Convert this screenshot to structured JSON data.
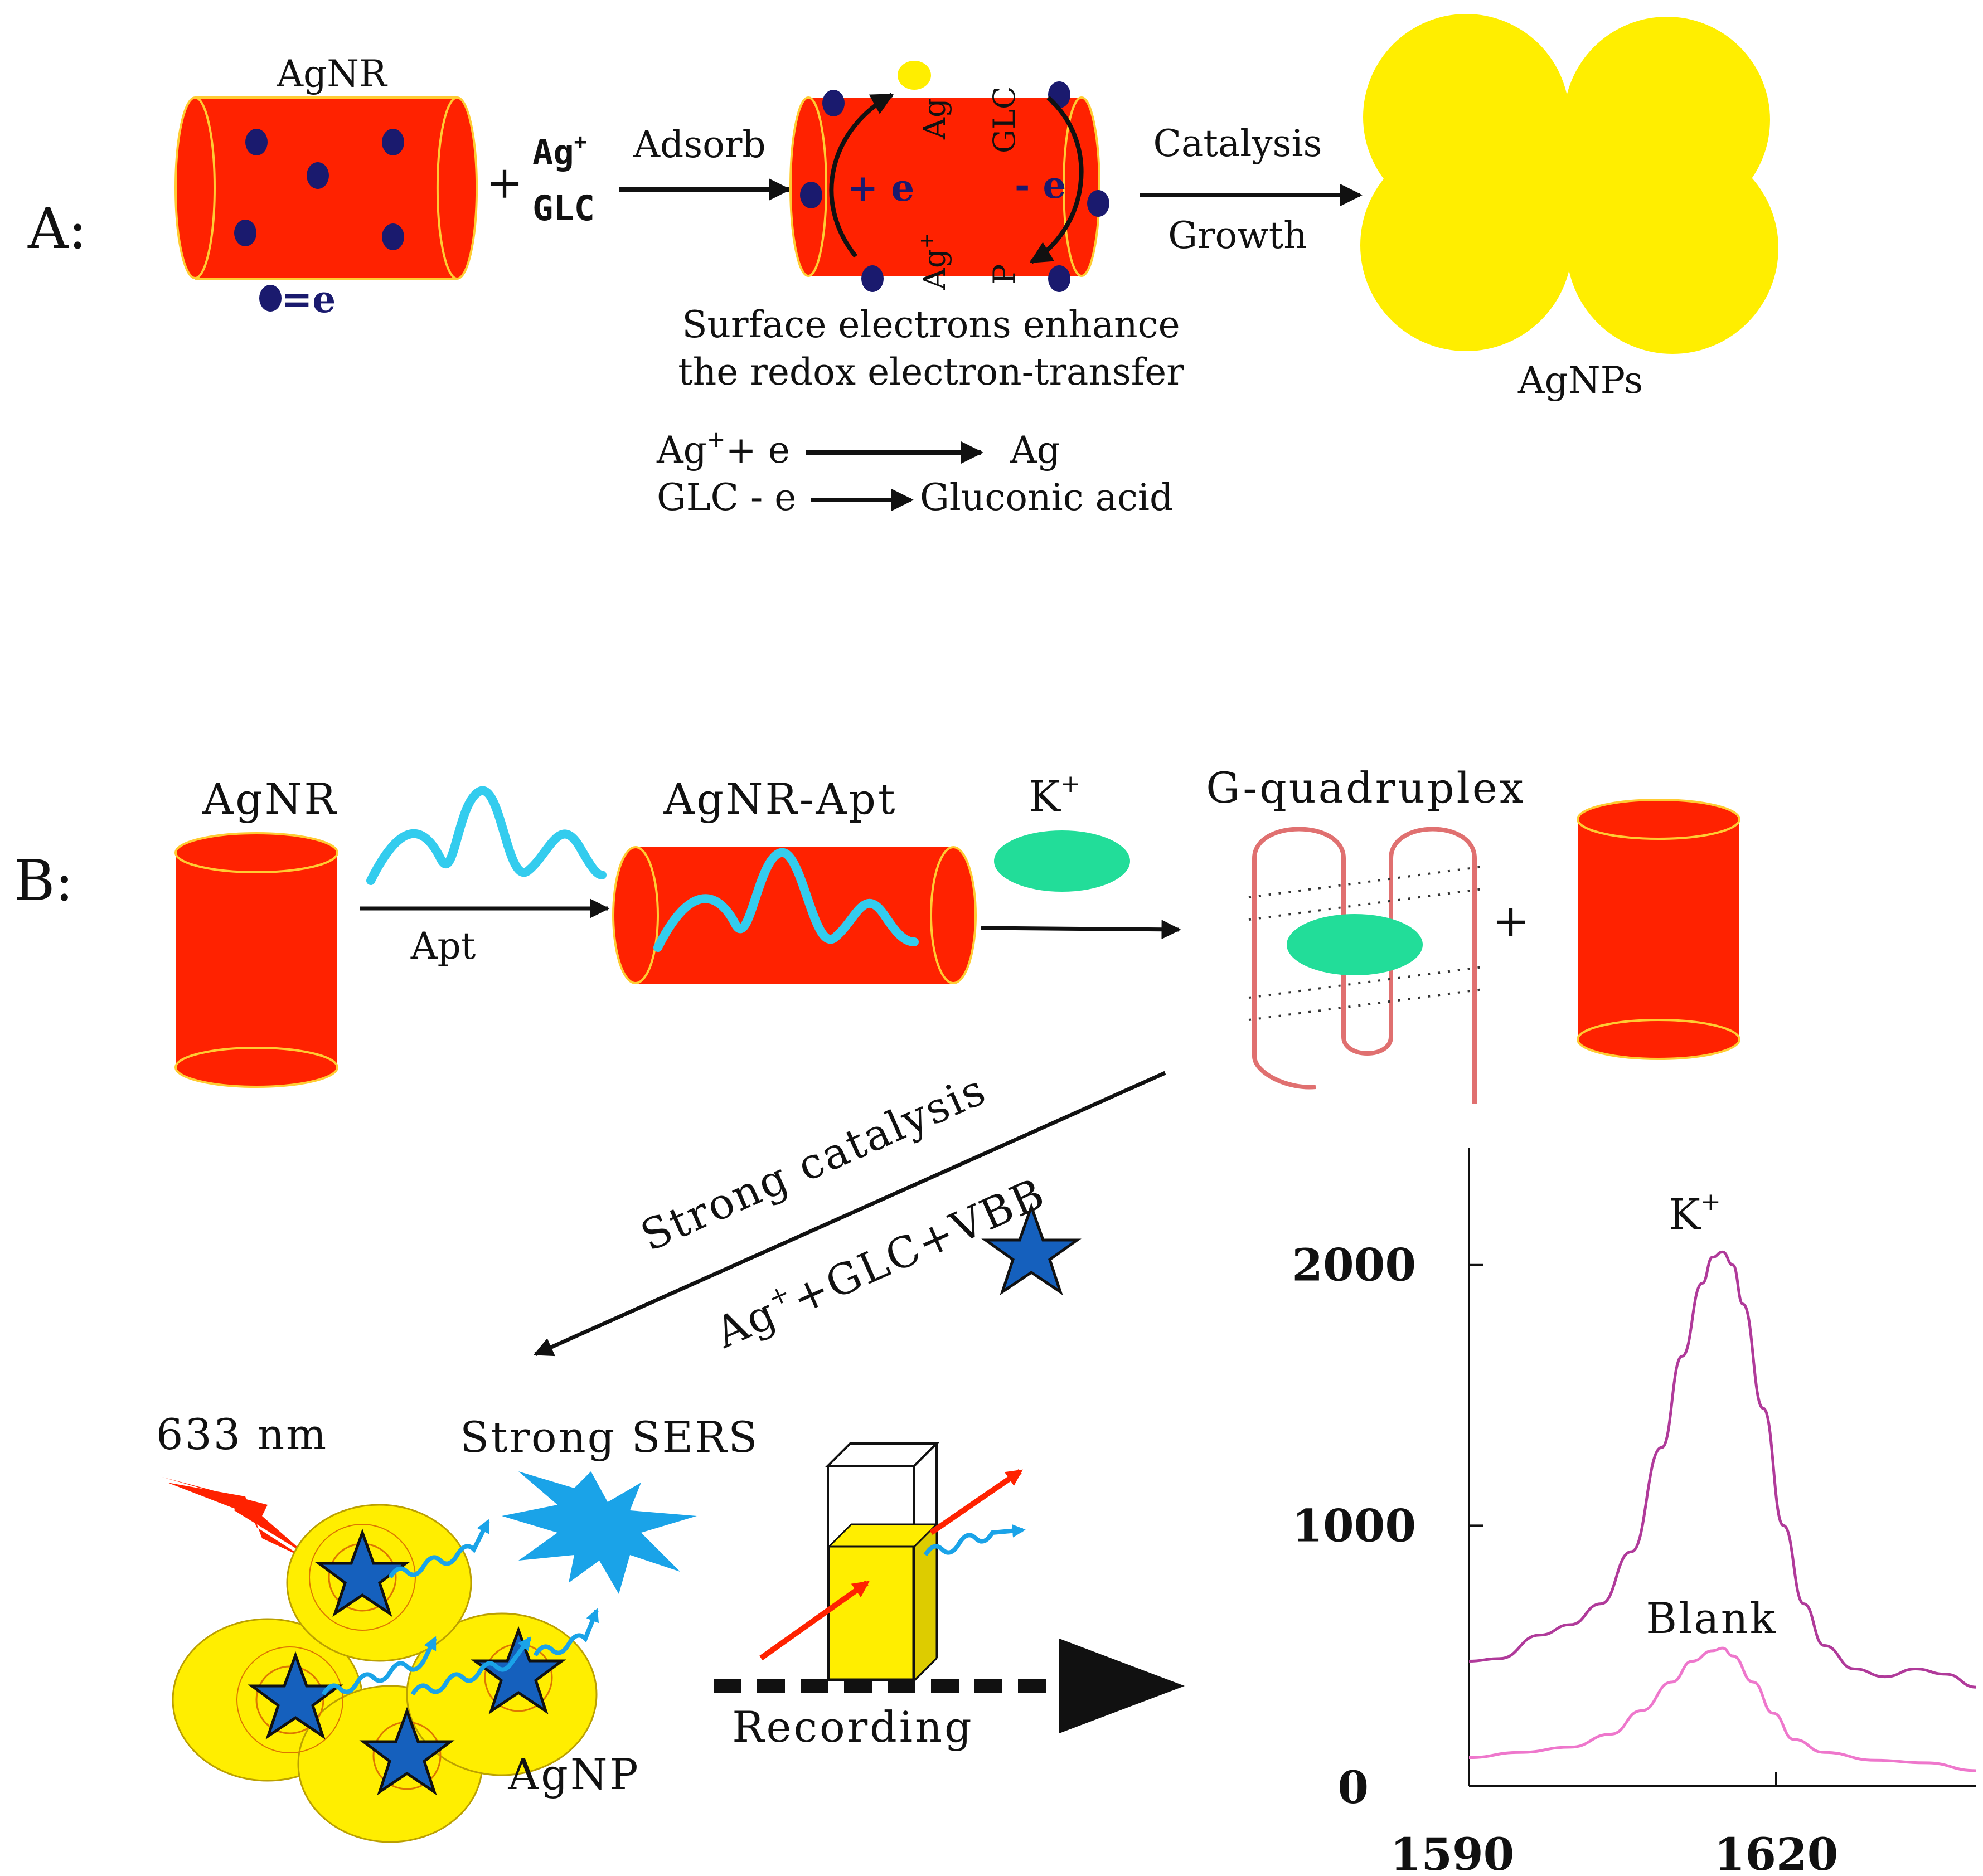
{
  "colors": {
    "rod_red": "#ff2200",
    "rod_edge": "#ffcc33",
    "electron": "#1a1a6e",
    "np_yellow": "#ffee00",
    "aptamer": "#33ccee",
    "potassium": "#22dd99",
    "quadruplex": "#e07070",
    "star": "#1560bd",
    "laser": "#ff2200",
    "sers_burst": "#1aa3e8",
    "curve_k": "#b03a9a",
    "curve_blank": "#ee77cc"
  },
  "panel_a": {
    "label": "A:",
    "agnr_label": "AgNR",
    "electron_legend": "=e",
    "plus": "+",
    "reagent_ag": "Ag",
    "reagent_ag_sup": "+",
    "reagent_glc": "GLC",
    "adsorb_label": "Adsorb",
    "rod_plus_e": "+ e",
    "rod_minus_e": "- e",
    "rod_ag": "Ag",
    "rod_glc": "GLC",
    "rod_ag_ion": "Ag",
    "rod_ag_ion_sup": "+",
    "rod_p": "P",
    "catalysis_label": "Catalysis",
    "growth_label": "Growth",
    "caption_line1": "Surface electrons enhance",
    "caption_line2": "the redox electron-transfer",
    "agnps_label": "AgNPs",
    "eq1_left": "Ag",
    "eq1_sup": "+",
    "eq1_left_rest": "+ e",
    "eq1_right": "Ag",
    "eq2_left": "GLC - e",
    "eq2_right": "Gluconic acid"
  },
  "panel_b": {
    "label": "B:",
    "agnr_label": "AgNR",
    "apt_label": "Apt",
    "agnr_apt_label": "AgNR-Apt",
    "k_label": "K",
    "k_sup": "+",
    "g_quadruplex_label": "G-quadruplex",
    "plus": "+",
    "strong_catalysis": "Strong catalysis",
    "reagents": "Ag",
    "reagents_sup": "+",
    "reagents_rest": "+GLC+VBB",
    "laser_label": "633 nm",
    "sers_label": "Strong SERS",
    "agnp_label": "AgNP",
    "recording_label": "Recording"
  },
  "chart_data": {
    "type": "line",
    "title": "",
    "xlabel": "",
    "ylabel": "",
    "x_ticks": [
      "1590",
      "1620"
    ],
    "y_ticks": [
      "0",
      "1000",
      "2000"
    ],
    "xlim": [
      1590,
      1640
    ],
    "ylim": [
      0,
      2400
    ],
    "series": [
      {
        "name": "K",
        "name_sup": "+",
        "x": [
          1590,
          1593,
          1597,
          1600,
          1603,
          1606,
          1609,
          1611,
          1613,
          1614,
          1615,
          1616,
          1617,
          1619,
          1621,
          1623,
          1625,
          1628,
          1631,
          1634,
          1637,
          1640
        ],
        "y": [
          480,
          490,
          580,
          620,
          700,
          900,
          1300,
          1650,
          1930,
          2030,
          2050,
          2000,
          1850,
          1450,
          1000,
          700,
          540,
          450,
          420,
          450,
          430,
          380
        ]
      },
      {
        "name": "Blank",
        "x": [
          1590,
          1595,
          1600,
          1604,
          1607,
          1610,
          1612,
          1614,
          1615,
          1616,
          1618,
          1620,
          1622,
          1625,
          1630,
          1635,
          1640
        ],
        "y": [
          110,
          130,
          150,
          200,
          290,
          400,
          480,
          520,
          530,
          500,
          400,
          280,
          180,
          130,
          100,
          90,
          60
        ]
      }
    ]
  }
}
